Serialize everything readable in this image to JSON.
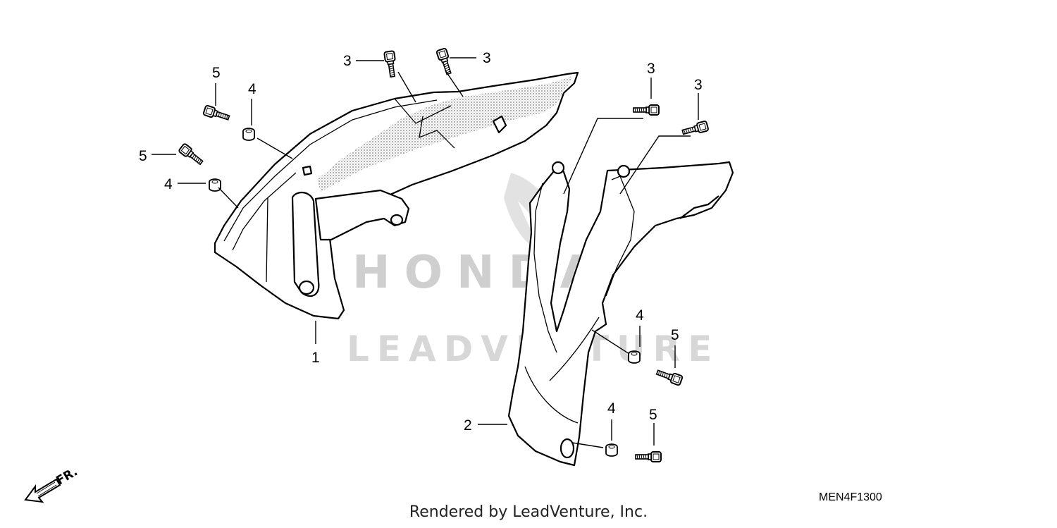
{
  "watermark": {
    "brand": "HONDA",
    "text": "LEADVENTURE"
  },
  "callouts": {
    "c1": "1",
    "c2": "2",
    "c3a": "3",
    "c3b": "3",
    "c3c": "3",
    "c3d": "3",
    "c4a": "4",
    "c4b": "4",
    "c4c": "4",
    "c4d": "4",
    "c5a": "5",
    "c5b": "5",
    "c5c": "5",
    "c5d": "5"
  },
  "direction_label": "FR.",
  "diagram_code": "MEN4F1300",
  "footer": "Rendered by LeadVenture, Inc."
}
